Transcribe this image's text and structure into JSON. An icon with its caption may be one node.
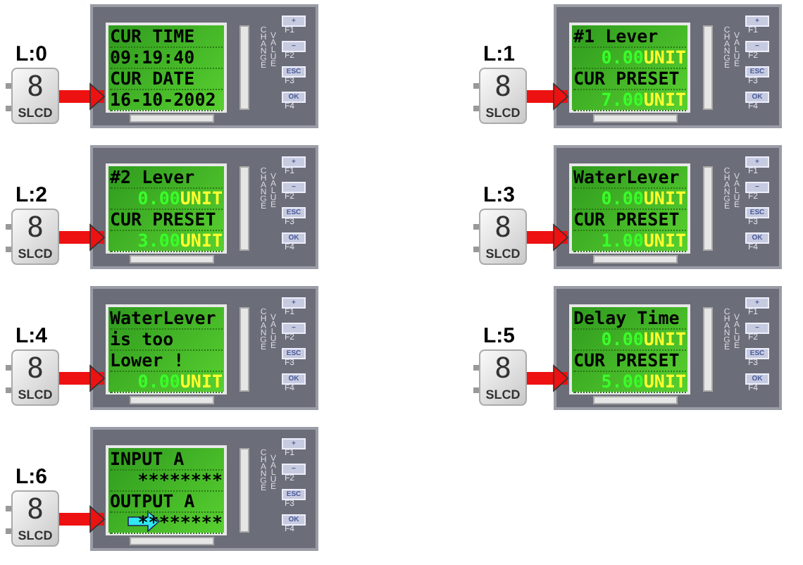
{
  "diagram": {
    "nodes": [
      {
        "text": [
          "8",
          "SLCD"
        ],
        "beside": [
          "L:0"
        ]
      },
      {
        "text": [
          "CHANGE",
          "VALUE",
          "+",
          "F1",
          "−",
          "F2",
          "ESC",
          "F3",
          "OK",
          "F4"
        ]
      },
      {
        "text": [
          "CUR TIME",
          "09:19:40",
          "CUR DATE",
          "16-10-2002"
        ],
        "in": 1
      },
      {
        "text": [
          "8",
          "SLCD"
        ],
        "beside": [
          "L:1"
        ]
      },
      {
        "text": [
          "CHANGE",
          "VALUE",
          "+",
          "F1",
          "−",
          "F2",
          "ESC",
          "F3",
          "OK",
          "F4"
        ]
      },
      {
        "text": [
          "#1 Lever",
          "0.00UNIT",
          "CUR PRESET",
          "7.00UNIT"
        ],
        "in": 4
      },
      {
        "text": [
          "8",
          "SLCD"
        ],
        "beside": [
          "L:2"
        ]
      },
      {
        "text": [
          "CHANGE",
          "VALUE",
          "+",
          "F1",
          "−",
          "F2",
          "ESC",
          "F3",
          "OK",
          "F4"
        ]
      },
      {
        "text": [
          "#2 Lever",
          "0.00UNIT",
          "CUR PRESET",
          "3.00UNIT"
        ],
        "in": 7
      },
      {
        "text": [
          "8",
          "SLCD"
        ],
        "beside": [
          "L:3"
        ]
      },
      {
        "text": [
          "CHANGE",
          "VALUE",
          "+",
          "F1",
          "−",
          "F2",
          "ESC",
          "F3",
          "OK",
          "F4"
        ]
      },
      {
        "text": [
          "WaterLever",
          "0.00UNIT",
          "CUR PRESET",
          "1.00UNIT"
        ],
        "in": 10
      },
      {
        "text": [
          "8",
          "SLCD"
        ],
        "beside": [
          "L:4"
        ]
      },
      {
        "text": [
          "CHANGE",
          "VALUE",
          "+",
          "F1",
          "−",
          "F2",
          "ESC",
          "F3",
          "OK",
          "F4"
        ]
      },
      {
        "text": [
          "WaterLever",
          "is too",
          "Lower !",
          "0.00UNIT"
        ],
        "in": 13
      },
      {
        "text": [
          "8",
          "SLCD"
        ],
        "beside": [
          "L:5"
        ]
      },
      {
        "text": [
          "CHANGE",
          "VALUE",
          "+",
          "F1",
          "−",
          "F2",
          "ESC",
          "F3",
          "OK",
          "F4"
        ]
      },
      {
        "text": [
          "Delay Time",
          "0.00UNIT",
          "CUR PRESET",
          "5.00UNIT"
        ],
        "in": 16
      },
      {
        "text": [
          "8",
          "SLCD"
        ],
        "beside": [
          "L:6"
        ]
      },
      {
        "text": [
          "CHANGE",
          "VALUE",
          "+",
          "F1",
          "−",
          "F2",
          "ESC",
          "F3",
          "OK",
          "F4"
        ]
      },
      {
        "text": [
          "INPUT A",
          "********",
          "OUTPUT A",
          "********"
        ],
        "in": 19
      }
    ],
    "edges": [
      {
        "from": 0,
        "to": 2,
        "arrow": "to"
      },
      {
        "from": 3,
        "to": 5,
        "arrow": "to"
      },
      {
        "from": 6,
        "to": 8,
        "arrow": "to"
      },
      {
        "from": 9,
        "to": 11,
        "arrow": "to"
      },
      {
        "from": 12,
        "to": 14,
        "arrow": "to"
      },
      {
        "from": 15,
        "to": 17,
        "arrow": "to"
      },
      {
        "from": 18,
        "to": 20,
        "arrow": "to"
      }
    ]
  }
}
